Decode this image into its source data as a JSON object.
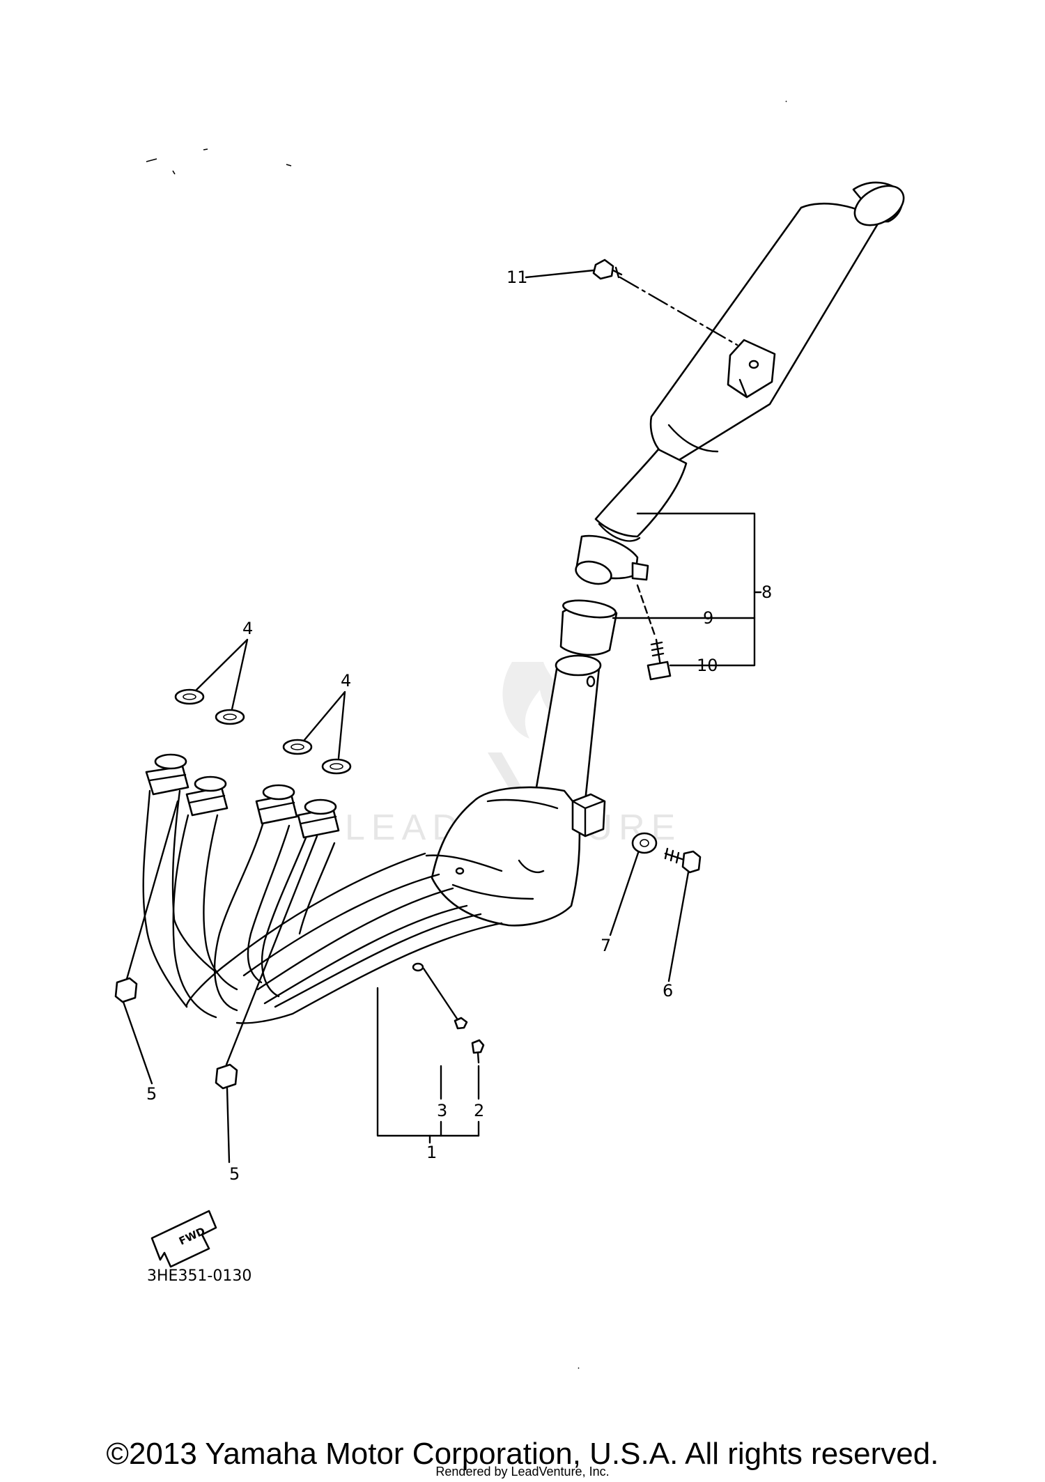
{
  "diagram": {
    "part_code": "3HE351-0130",
    "fwd_label": "FWD",
    "watermark": "LEADVENTURE",
    "callouts": {
      "c1": "1",
      "c2": "2",
      "c3": "3",
      "c4a": "4",
      "c4b": "4",
      "c5a": "5",
      "c5b": "5",
      "c6": "6",
      "c7": "7",
      "c8": "8",
      "c9": "9",
      "c10": "10",
      "c11": "11"
    }
  },
  "footer": {
    "copyright": "©2013 Yamaha Motor Corporation, U.S.A. All rights reserved.",
    "rendered_by": "Rendered by LeadVenture, Inc."
  }
}
